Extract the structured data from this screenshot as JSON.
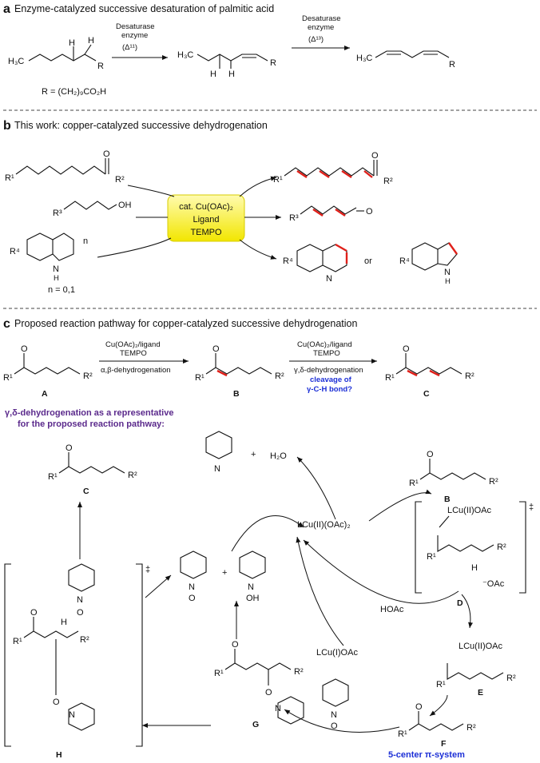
{
  "section_a": {
    "letter": "a",
    "title": "Enzyme-catalyzed successive desaturation of palmitic acid",
    "enzyme1": "Desaturase",
    "enzyme1b": "enzyme",
    "enzyme1c": "(Δ¹¹)",
    "enzyme2": "Desaturase",
    "enzyme2b": "enzyme",
    "enzyme2c": "(Δ¹³)",
    "r_def": "R = (CH₂)₉CO₂H",
    "h3c": "H₃C",
    "r": "R",
    "h": "H"
  },
  "section_b": {
    "letter": "b",
    "title": "This work: copper-catalyzed successive dehydrogenation",
    "cat1": "cat. Cu(OAc)₂",
    "cat2": "Ligand",
    "cat3": "TEMPO",
    "r1": "R¹",
    "r2": "R²",
    "r3": "R³",
    "r4": "R⁴",
    "oh": "OH",
    "o": "O",
    "n": "N",
    "nh": "N",
    "h": "H",
    "n_def": "n = 0,1",
    "n_sub": "n",
    "or": "or"
  },
  "section_c": {
    "letter": "c",
    "title": "Proposed reaction pathway for copper-catalyzed successive dehydrogenation",
    "cond1a": "Cu(OAc)₂/ligand",
    "cond1b": "TEMPO",
    "cond1c": "α,β-dehydrogenation",
    "cond2a": "Cu(OAc)₂/ligand",
    "cond2b": "TEMPO",
    "cond2c": "γ,δ-dehydrogenation",
    "q1": "cleavage of",
    "q2": "γ-C-H bond?",
    "rep1": "γ,δ-dehydrogenation as a representative",
    "rep2": "for the proposed reaction pathway:",
    "lcu2": "LCu(II)(OAc)₂",
    "lcu1": "LCu(I)OAc",
    "lcuoac": "LCu(II)OAc",
    "hoac": "HOAc",
    "h2o": "H₂O",
    "plus": "+",
    "oac": "⁻OAc",
    "dagger": "‡",
    "five": "5-center π-system",
    "labels": {
      "A": "A",
      "B": "B",
      "C": "C",
      "D": "D",
      "E": "E",
      "F": "F",
      "G": "G",
      "H": "H"
    }
  }
}
